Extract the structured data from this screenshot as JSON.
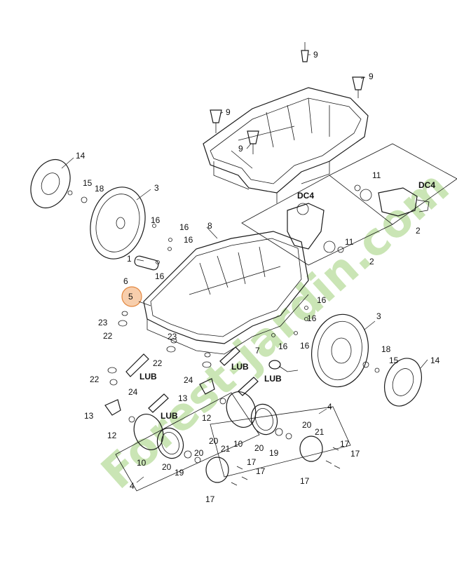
{
  "watermark": "Forest-jardin.com",
  "highlight_color": "#f7c9a4",
  "highlight_stroke": "#e07b2b",
  "callouts": {
    "c9a": "9",
    "c9b": "9",
    "c9c": "9",
    "c9d": "9",
    "c14a": "14",
    "c14b": "14",
    "c15a": "15",
    "c15b": "15",
    "c18a": "18",
    "c18b": "18",
    "c3a": "3",
    "c3b": "3",
    "c16a": "16",
    "c16b": "16",
    "c16c": "16",
    "c16d": "16",
    "c16e": "16",
    "c16f": "16",
    "c16g": "16",
    "c8": "8",
    "c1": "1",
    "c6": "6",
    "c5": "5",
    "c11a": "11",
    "c11b": "11",
    "cDC4a": "DC4",
    "cDC4b": "DC4",
    "c2a": "2",
    "c2b": "2",
    "c23a": "23",
    "c23b": "23",
    "c22a": "22",
    "c22b": "22",
    "c22c": "22",
    "c7": "7",
    "cLUBa": "LUB",
    "cLUBb": "LUB",
    "cLUBc": "LUB",
    "cLUBd": "LUB",
    "c24a": "24",
    "c24b": "24",
    "c13a": "13",
    "c13b": "13",
    "c12a": "12",
    "c12b": "12",
    "c4a": "4",
    "c4b": "4",
    "c10a": "10",
    "c10b": "10",
    "c20a": "20",
    "c20b": "20",
    "c20c": "20",
    "c20d": "20",
    "c21a": "21",
    "c21b": "21",
    "c19a": "19",
    "c19b": "19",
    "c17a": "17",
    "c17b": "17",
    "c17c": "17",
    "c17d": "17",
    "c17e": "17",
    "c17f": "17"
  }
}
